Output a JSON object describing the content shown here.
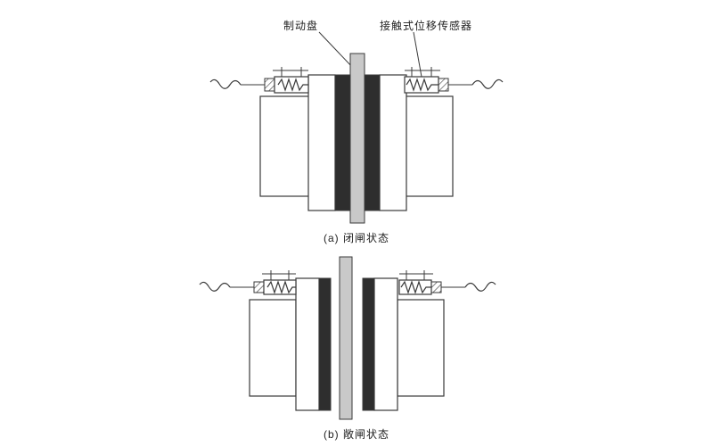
{
  "figure": {
    "labels": {
      "brake_disc": "制动盘",
      "contact_sensor": "接触式位移传感器"
    },
    "captions": {
      "closed": "(a) 闭闸状态",
      "open": "(b) 敞闸状态"
    }
  },
  "colors": {
    "disc": "#c9c9c9",
    "pad": "#2e2e2e",
    "line": "#3a3a3a",
    "background": "#ffffff",
    "text": "#222222"
  }
}
